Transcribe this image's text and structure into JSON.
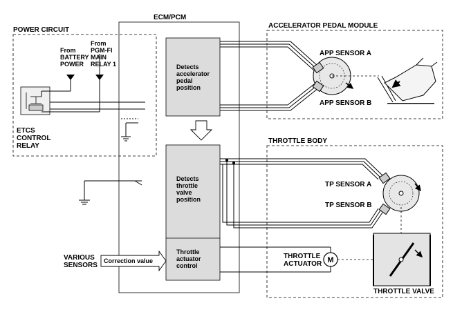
{
  "diagram": {
    "ecm_title": "ECM/PCM",
    "power_circuit": {
      "title": "POWER CIRCUIT",
      "battery_label": [
        "From",
        "BATTERY",
        "POWER"
      ],
      "pgmfi_label": [
        "From",
        "PGM-FI",
        "MAIN",
        "RELAY 1"
      ],
      "relay_label": [
        "ETCS",
        "CONTROL",
        "RELAY"
      ]
    },
    "ecm_blocks": {
      "pedal": [
        "Detects",
        "accelerator",
        "pedal",
        "position"
      ],
      "throttle": [
        "Detects",
        "throttle",
        "valve",
        "position"
      ],
      "actuator": [
        "Throttle",
        "actuator",
        "control"
      ]
    },
    "pedal_module": {
      "title": "ACCELERATOR PEDAL MODULE",
      "sensor_a": "APP SENSOR A",
      "sensor_b": "APP SENSOR B"
    },
    "throttle_body": {
      "title": "THROTTLE BODY",
      "sensor_a": "TP SENSOR A",
      "sensor_b": "TP SENSOR B",
      "actuator": [
        "THROTTLE",
        "ACTUATOR"
      ],
      "motor_symbol": "M",
      "valve": "THROTTLE VALVE"
    },
    "inputs": {
      "various_sensors": [
        "VARIOUS",
        "SENSORS"
      ],
      "correction": "Correction value"
    }
  }
}
